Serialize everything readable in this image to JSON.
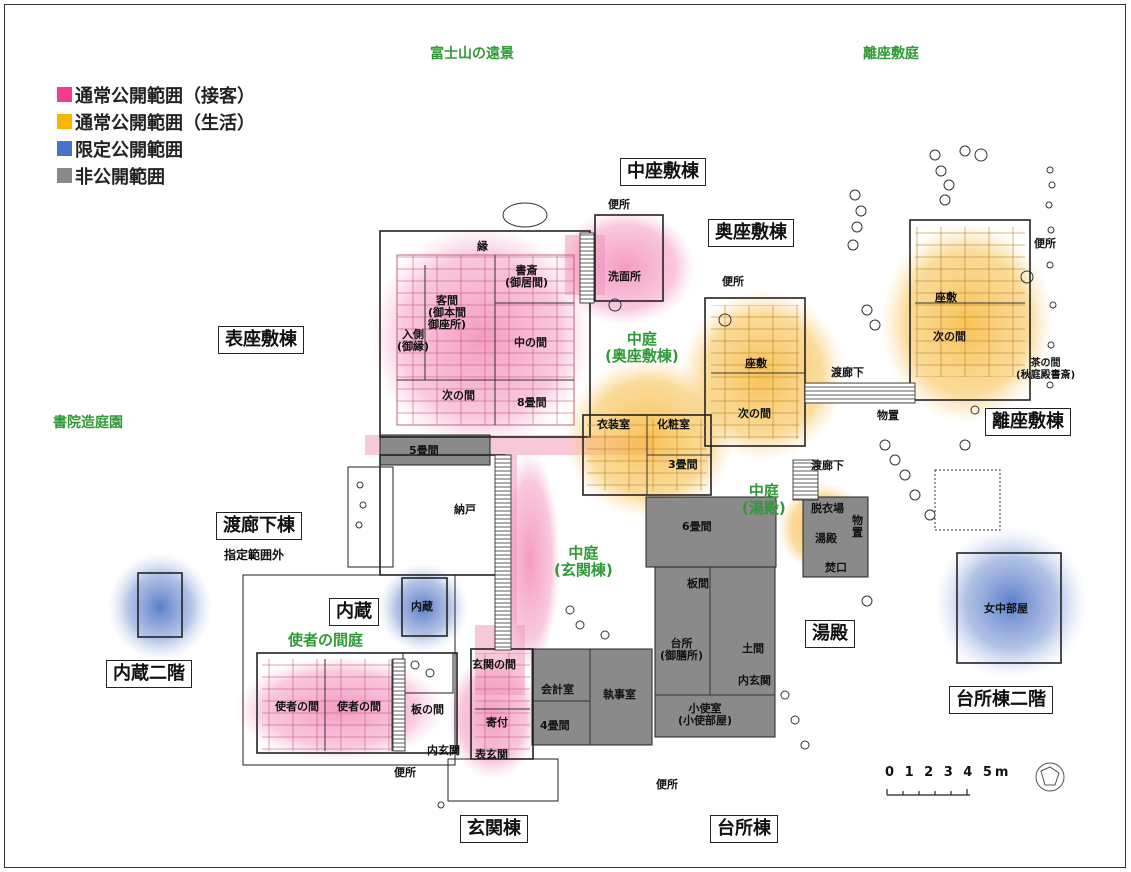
{
  "legend": {
    "items": [
      {
        "label": "通常公開範囲（接客）",
        "color": "#ef3f8b"
      },
      {
        "label": "通常公開範囲（生活）",
        "color": "#f7b500"
      },
      {
        "label": "限定公開範囲",
        "color": "#4a72c4"
      },
      {
        "label": "非公開範囲",
        "color": "#8a8a8a"
      }
    ]
  },
  "views": {
    "fuji": "富士山の遠景",
    "hanare_garden": "離座敷庭",
    "shoin_garden": "書院造庭園"
  },
  "buildings": {
    "omote": "表座敷棟",
    "naka": "中座敷棟",
    "oku": "奥座敷棟",
    "hanare": "離座敷棟",
    "watari": "渡廊下棟",
    "watari_note": "指定範囲外",
    "uchigura": "内蔵",
    "uchigura2": "内蔵二階",
    "genkan": "玄関棟",
    "daidokoro": "台所棟",
    "daidokoro2": "台所棟二階",
    "yudono": "湯殿"
  },
  "gardens": {
    "naka_oku": "中庭\n(奥座敷棟)",
    "naka_yudono": "中庭\n(湯殿)",
    "naka_genkan": "中庭\n(玄関棟)",
    "shisha": "使者の間庭"
  },
  "rooms": {
    "en": "縁",
    "shosai": "書斎\n(御居間)",
    "kyakuma": "客間\n(御本間\n御座所)",
    "irigawa": "入側\n(御縁)",
    "naka_no_ma": "中の間",
    "tsugi_omote": "次の間",
    "hachijo": "8畳間",
    "benjo_naka": "便所",
    "senmenjo": "洗面所",
    "benjo_oku": "便所",
    "zashiki_oku": "座敷",
    "tsugi_oku": "次の間",
    "ishoshitsu": "衣装室",
    "keshoshitsu": "化粧室",
    "sanjo": "3畳間",
    "zashiki_hanare": "座敷",
    "tsugi_hanare": "次の間",
    "chanoma": "茶の間\n(秋庭殿書斎)",
    "benjo_hanare": "便所",
    "watari1": "渡廊下",
    "watari2": "渡廊下",
    "monooki": "物置",
    "datsuiba": "脱衣場",
    "monooki2": "物\n置",
    "yudono_room": "湯殿",
    "takiguchi": "焚口",
    "gojo": "5畳間",
    "nando": "納戸",
    "uchigura_room": "内蔵",
    "rokujo": "6畳間",
    "itama": "板間",
    "daidokoro_room": "台所\n(御膳所)",
    "doma": "土間",
    "uchigenkan1": "内玄関",
    "koshi": "小使室\n(小使部屋)",
    "genkan_no_ma": "玄関の間",
    "kaikei": "会計室",
    "shitsuji": "執事室",
    "yojo": "4畳間",
    "yoritsuki": "寄付",
    "omote_genkan": "表玄関",
    "uchigenkan2": "内玄関",
    "shisha1": "使者の間",
    "shisha2": "使者の間",
    "itanoma": "板の間",
    "benjo_w": "便所",
    "benjo_s": "便所",
    "jochu": "女中部屋"
  },
  "scale": {
    "label": "0 1 2 3 4 5m"
  }
}
